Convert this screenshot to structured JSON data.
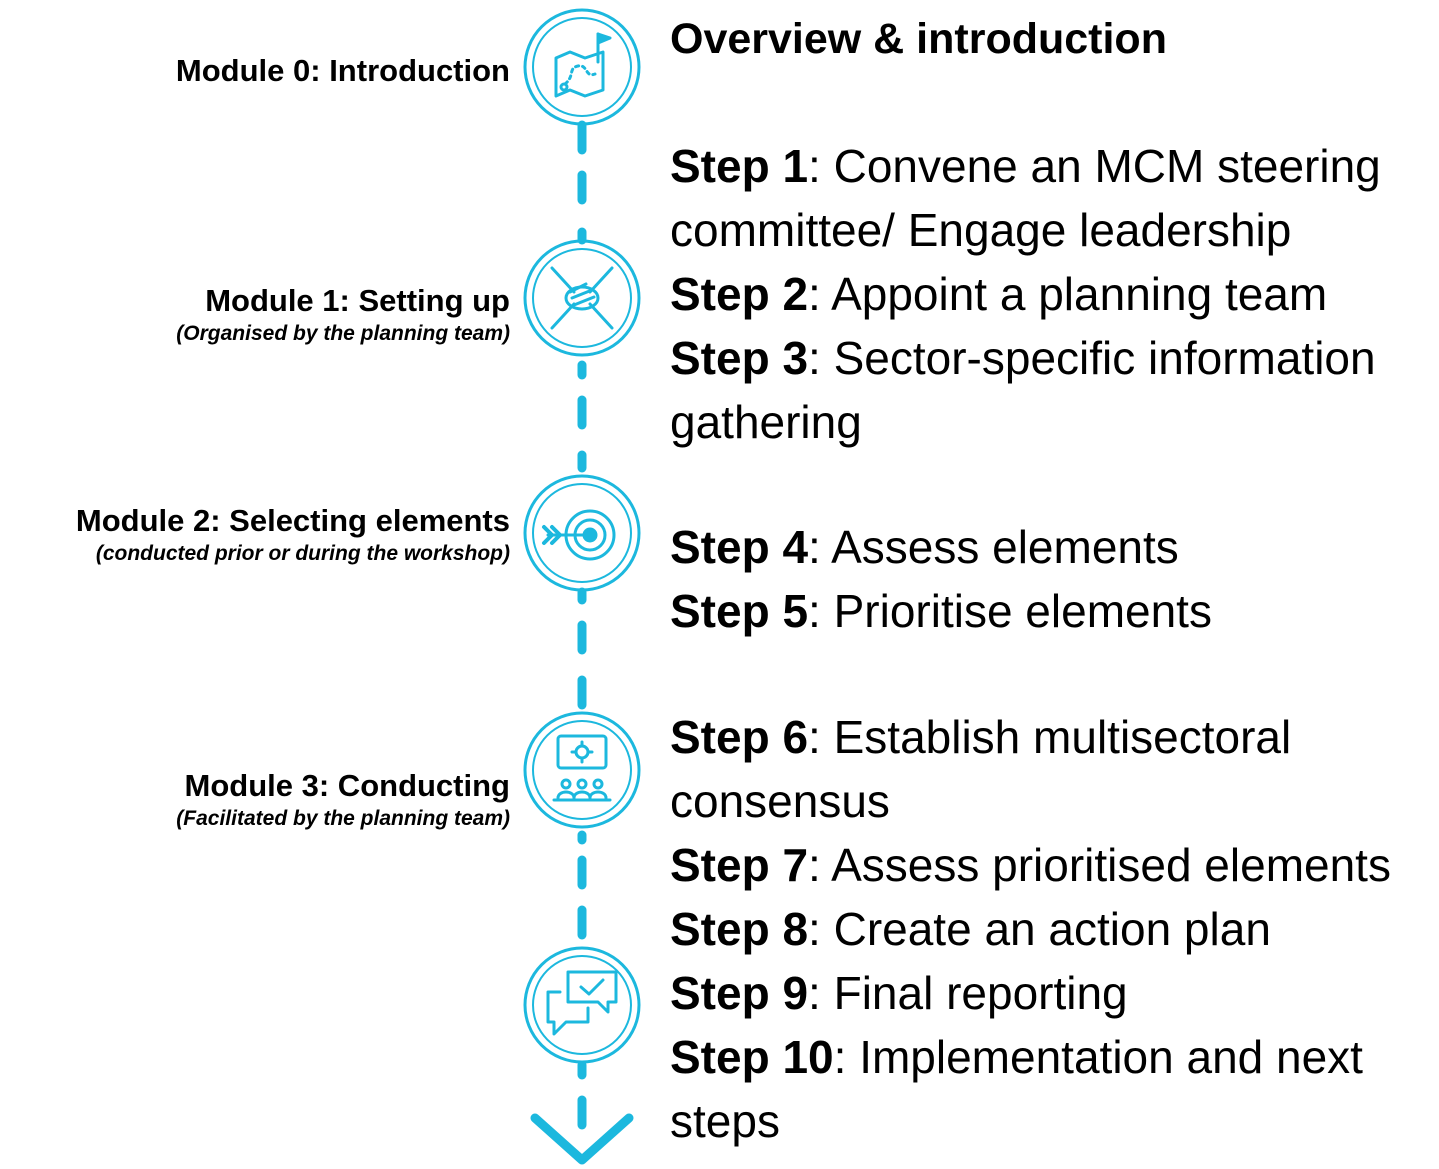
{
  "accent": "#1cb8de",
  "modules": [
    {
      "title": "Module 0: Introduction",
      "subtitle": "",
      "icon": "map-flag-icon"
    },
    {
      "title": "Module 1: Setting up",
      "subtitle": "(Organised by the planning team)",
      "icon": "hands-together-icon"
    },
    {
      "title": "Module 2: Selecting elements",
      "subtitle": "(conducted prior or during the workshop)",
      "icon": "target-arrow-icon"
    },
    {
      "title": "Module 3: Conducting",
      "subtitle": "(Facilitated by the planning team)",
      "icon": "presentation-group-icon"
    },
    {
      "title": "",
      "subtitle": "",
      "icon": "chat-check-icon"
    }
  ],
  "overview": "Overview & introduction",
  "steps": [
    {
      "label": "Step 1",
      "text": ": Convene an MCM steering",
      "cont": "committee/ Engage leadership"
    },
    {
      "label": "Step 2",
      "text": ": Appoint a planning team",
      "cont": ""
    },
    {
      "label": "Step 3",
      "text": ": Sector-specific information",
      "cont": "gathering"
    },
    {
      "label": "Step 4",
      "text": ": Assess elements",
      "cont": ""
    },
    {
      "label": "Step 5",
      "text": ": Prioritise elements",
      "cont": ""
    },
    {
      "label": "Step 6",
      "text": ": Establish multisectoral",
      "cont": "consensus"
    },
    {
      "label": "Step 7",
      "text": ": Assess prioritised elements",
      "cont": ""
    },
    {
      "label": "Step 8",
      "text": ": Create an action plan",
      "cont": ""
    },
    {
      "label": "Step 9",
      "text": ": Final reporting",
      "cont": ""
    },
    {
      "label": "Step 10",
      "text": ": Implementation and next",
      "cont": "steps"
    }
  ]
}
